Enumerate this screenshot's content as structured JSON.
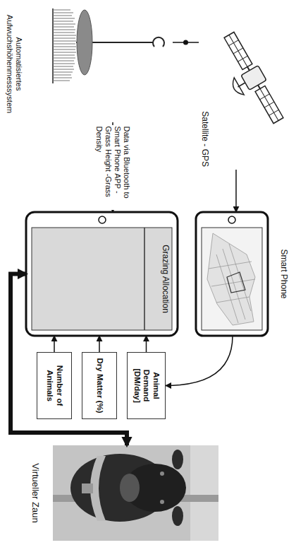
{
  "diagram": {
    "nodes": [
      {
        "text": [
          "Automatisiertes Aufwuchshöhenmesssystem"
        ]
      },
      {
        "text": [
          "Satellite - GPS"
        ]
      },
      {
        "text": [
          "Smart Phone"
        ]
      },
      {
        "text": [
          "Grazing Allocation"
        ]
      },
      {
        "text": [
          "Animal Demand [DM/day]"
        ]
      },
      {
        "text": [
          "Dry Matter (%)"
        ]
      },
      {
        "text": [
          "Number of Animals"
        ]
      },
      {
        "text": [
          "Virtueller Zaun"
        ]
      }
    ],
    "edges": [
      {
        "from": 0,
        "to": 1,
        "arrow": "none"
      },
      {
        "from": 1,
        "to": 2,
        "arrow": "to"
      },
      {
        "from": 0,
        "to": 3,
        "label": "Data via Bluetooth to Smart Phone APP -Grass Height -Grass Density",
        "arrow": "to"
      },
      {
        "from": 2,
        "to": 4,
        "arrow": "to"
      },
      {
        "from": 4,
        "to": 3,
        "arrow": "to"
      },
      {
        "from": 5,
        "to": 3,
        "arrow": "to"
      },
      {
        "from": 6,
        "to": 3,
        "arrow": "to"
      },
      {
        "from": 3,
        "to": 7,
        "arrow": "both"
      }
    ]
  }
}
